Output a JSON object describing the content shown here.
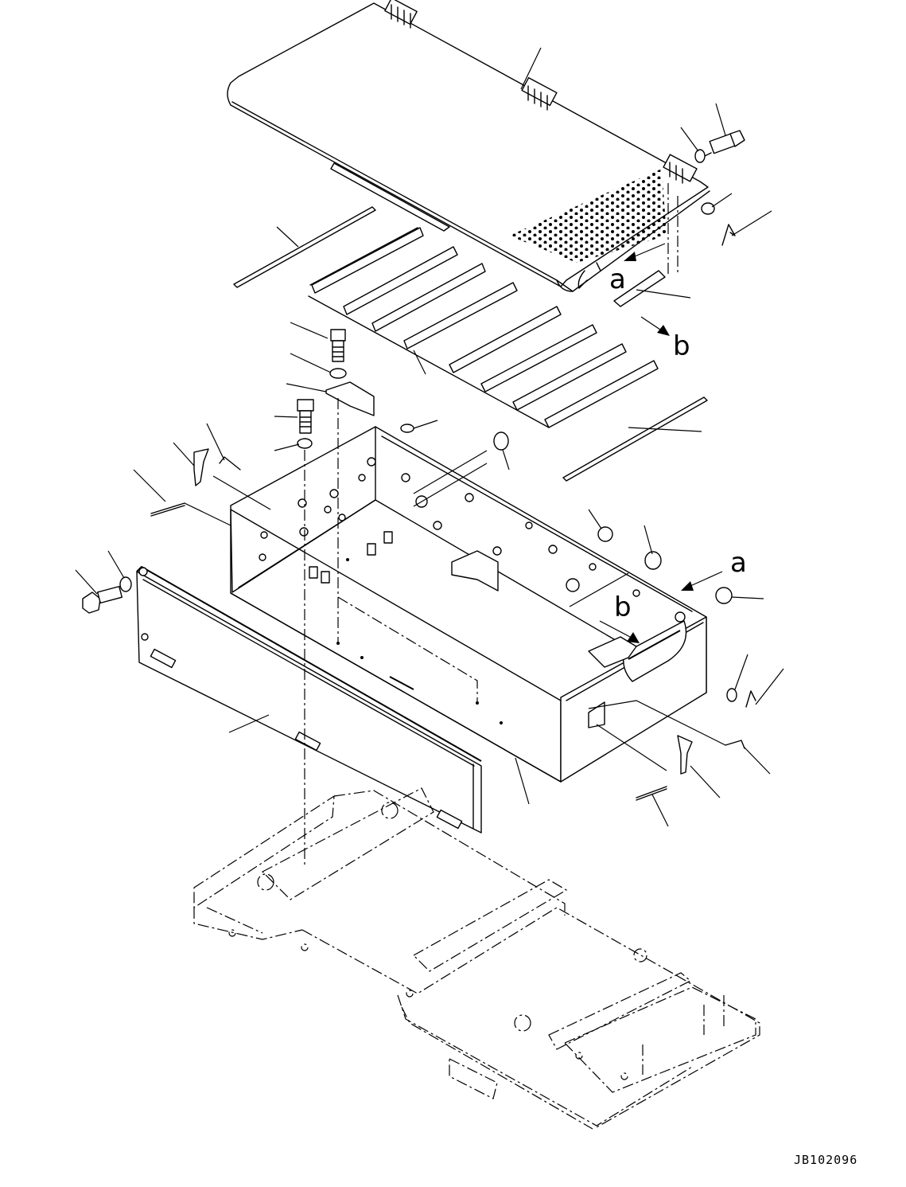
{
  "labels": {
    "callout_a": "a",
    "callout_b": "b",
    "drawing_number": "JB102096"
  }
}
